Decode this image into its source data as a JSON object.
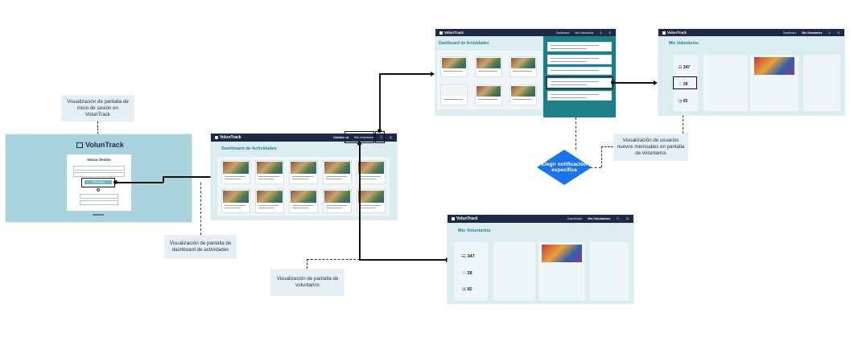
{
  "captions": {
    "login": "Visualización de pantalla de inicio de sesión en VolunTrack",
    "dashboard": "Visualización de pantalla de dashboard de actividades",
    "volunteers": "Visualización de pantalla de voluntarios",
    "new_users": "Visualización de usuarios nuevos mensuales en pantalla de voluntarios"
  },
  "decision": "Elegir notificación específica",
  "brand": "VolunTrack",
  "nav": {
    "dashboard": "Dashboard",
    "volunteers": "Mis Voluntarios"
  },
  "login": {
    "title": "Iniciar Sesión",
    "button": "Iniciar Sesión"
  },
  "dashboard_title": "Dashboard de Actividades",
  "dashboard_top_title": "Dashboard de Actividades",
  "volunteers_title": "Mis Voluntarios",
  "stats": {
    "total": "347",
    "hearts": "28",
    "clock": "65"
  },
  "colors": {
    "nav": "#1e2a45",
    "accent": "#2b7f93",
    "decision": "#1a73e8",
    "app_bg": "#dcedf1",
    "notif_panel": "#1f7f86"
  }
}
